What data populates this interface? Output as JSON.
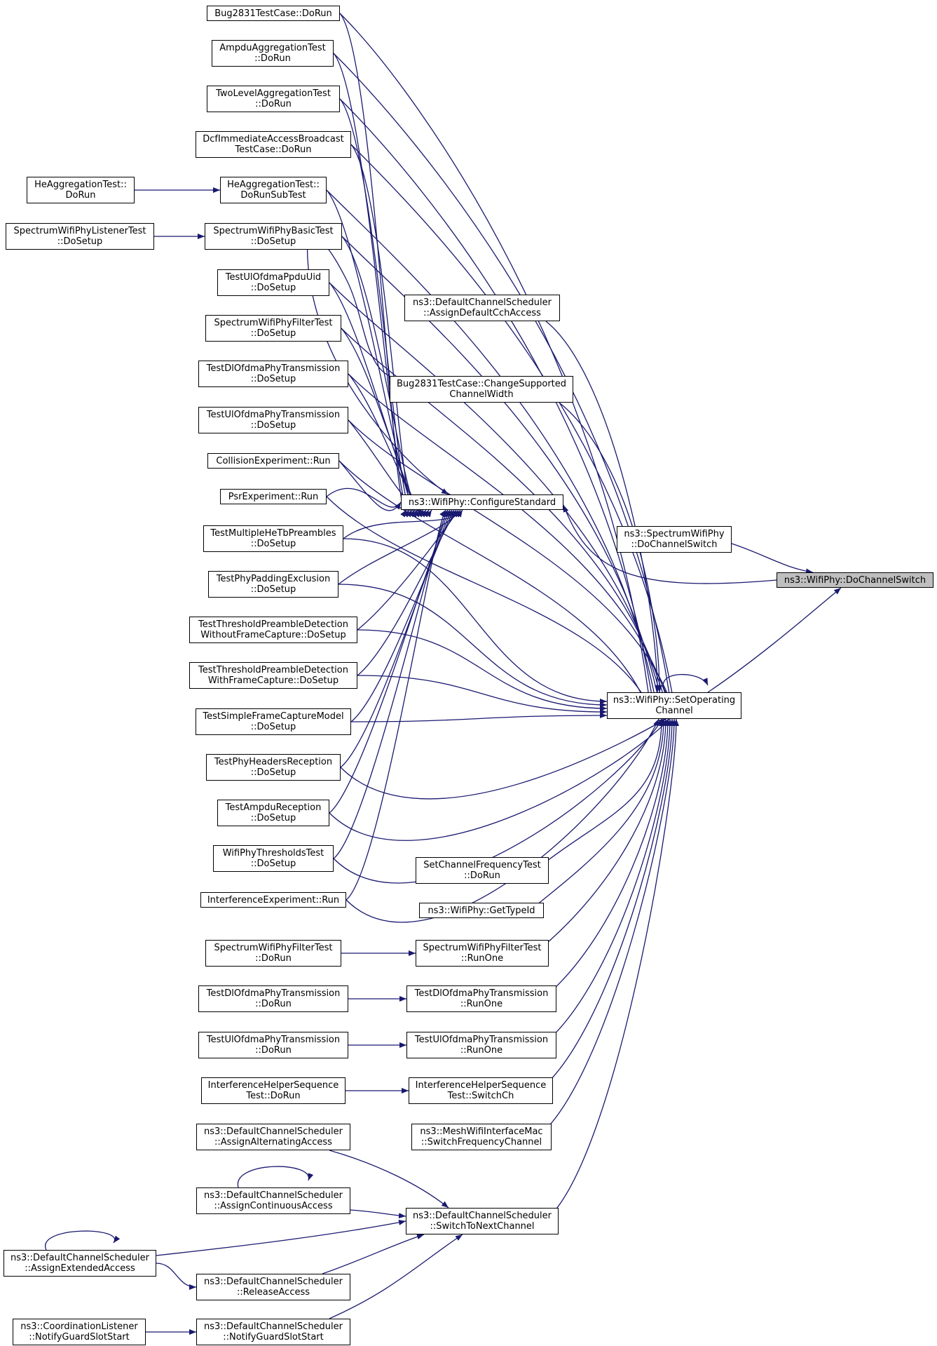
{
  "colors": {
    "edge": "#191970",
    "node_border": "#000000",
    "node_fill": "#ffffff",
    "focus_fill": "#bfbfbf"
  },
  "nodes": {
    "bug_dorun": [
      "Bug2831TestCase::DoRun"
    ],
    "ampdu_dorun": [
      "AmpduAggregationTest",
      "::DoRun"
    ],
    "twolevel_dorun": [
      "TwoLevelAggregationTest",
      "::DoRun"
    ],
    "dcf_dorun": [
      "DcfImmediateAccessBroadcast",
      "TestCase::DoRun"
    ],
    "heagg_dorun": [
      "HeAggregationTest::",
      "DoRun"
    ],
    "heagg_subtest": [
      "HeAggregationTest::",
      "DoRunSubTest"
    ],
    "listener_setup": [
      "SpectrumWifiPhyListenerTest",
      "::DoSetup"
    ],
    "basic_setup": [
      "SpectrumWifiPhyBasicTest",
      "::DoSetup"
    ],
    "ulppdu_setup": [
      "TestUlOfdmaPpduUid",
      "::DoSetup"
    ],
    "filter_setup": [
      "SpectrumWifiPhyFilterTest",
      "::DoSetup"
    ],
    "dltx_setup": [
      "TestDlOfdmaPhyTransmission",
      "::DoSetup"
    ],
    "ultx_setup": [
      "TestUlOfdmaPhyTransmission",
      "::DoSetup"
    ],
    "collision_run": [
      "CollisionExperiment::Run"
    ],
    "psr_run": [
      "PsrExperiment::Run"
    ],
    "multihe_setup": [
      "TestMultipleHeTbPreambles",
      "::DoSetup"
    ],
    "padding_setup": [
      "TestPhyPaddingExclusion",
      "::DoSetup"
    ],
    "thr_without": [
      "TestThresholdPreambleDetection",
      "WithoutFrameCapture::DoSetup"
    ],
    "thr_with": [
      "TestThresholdPreambleDetection",
      "WithFrameCapture::DoSetup"
    ],
    "simplefc_setup": [
      "TestSimpleFrameCaptureModel",
      "::DoSetup"
    ],
    "headers_setup": [
      "TestPhyHeadersReception",
      "::DoSetup"
    ],
    "ampdurx_setup": [
      "TestAmpduReception",
      "::DoSetup"
    ],
    "thresholds_setup": [
      "WifiPhyThresholdsTest",
      "::DoSetup"
    ],
    "interf_run": [
      "InterferenceExperiment::Run"
    ],
    "filter_dorun": [
      "SpectrumWifiPhyFilterTest",
      "::DoRun"
    ],
    "dltx_dorun": [
      "TestDlOfdmaPhyTransmission",
      "::DoRun"
    ],
    "ultx_dorun": [
      "TestUlOfdmaPhyTransmission",
      "::DoRun"
    ],
    "ihs_dorun": [
      "InterferenceHelperSequence",
      "Test::DoRun"
    ],
    "assign_alt": [
      "ns3::DefaultChannelScheduler",
      "::AssignAlternatingAccess"
    ],
    "assign_cont": [
      "ns3::DefaultChannelScheduler",
      "::AssignContinuousAccess"
    ],
    "assign_ext": [
      "ns3::DefaultChannelScheduler",
      "::AssignExtendedAccess"
    ],
    "release": [
      "ns3::DefaultChannelScheduler",
      "::ReleaseAccess"
    ],
    "coord_listener": [
      "ns3::CoordinationListener",
      "::NotifyGuardSlotStart"
    ],
    "notify_guard": [
      "ns3::DefaultChannelScheduler",
      "::NotifyGuardSlotStart"
    ],
    "assign_cch": [
      "ns3::DefaultChannelScheduler",
      "::AssignDefaultCchAccess"
    ],
    "bug_change": [
      "Bug2831TestCase::ChangeSupported",
      "ChannelWidth"
    ],
    "configure": [
      "ns3::WifiPhy::ConfigureStandard"
    ],
    "spectrum_switch": [
      "ns3::SpectrumWifiPhy",
      "::DoChannelSwitch"
    ],
    "do_switch": [
      "ns3::WifiPhy::DoChannelSwitch"
    ],
    "set_op": [
      "ns3::WifiPhy::SetOperating",
      "Channel"
    ],
    "setfreq_dorun": [
      "SetChannelFrequencyTest",
      "::DoRun"
    ],
    "gettypeid": [
      "ns3::WifiPhy::GetTypeId"
    ],
    "filter_runone": [
      "SpectrumWifiPhyFilterTest",
      "::RunOne"
    ],
    "dltx_runone": [
      "TestDlOfdmaPhyTransmission",
      "::RunOne"
    ],
    "ultx_runone": [
      "TestUlOfdmaPhyTransmission",
      "::RunOne"
    ],
    "ihs_switch": [
      "InterferenceHelperSequence",
      "Test::SwitchCh"
    ],
    "mesh_switch": [
      "ns3::MeshWifiInterfaceMac",
      "::SwitchFrequencyChannel"
    ],
    "switch_next": [
      "ns3::DefaultChannelScheduler",
      "::SwitchToNextChannel"
    ]
  }
}
